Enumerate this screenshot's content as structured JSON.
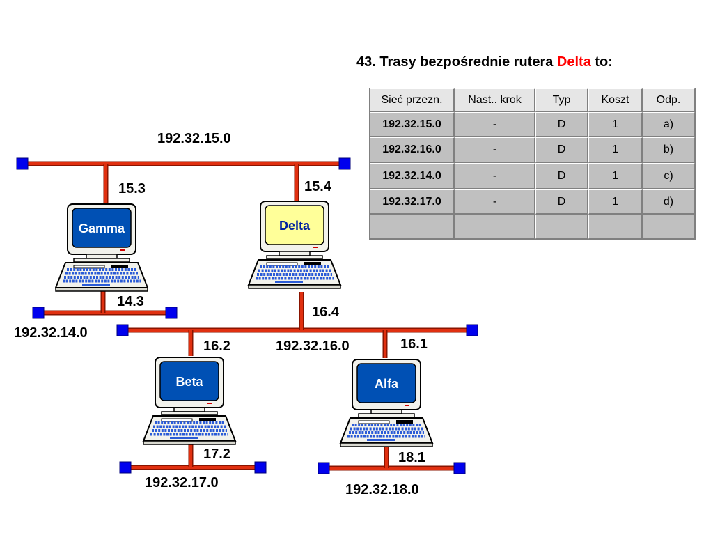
{
  "title": {
    "prefix": "43. Trasy bezpośrednie rutera ",
    "router": "Delta",
    "suffix": " to:",
    "accent_color": "#ff0000"
  },
  "colors": {
    "link": "#e03010",
    "link_dark": "#8a1400",
    "terminator": "#0000ee",
    "screen_blue": "#0050b4",
    "screen_yellow": "#ffff99",
    "monitor_body": "#f2f2ec"
  },
  "networks": [
    {
      "label": "192.32.15.0"
    },
    {
      "label": "192.32.14.0"
    },
    {
      "label": "192.32.16.0"
    },
    {
      "label": "192.32.17.0"
    },
    {
      "label": "192.32.18.0"
    }
  ],
  "interfaces": {
    "gamma_15": "15.3",
    "delta_15": "15.4",
    "gamma_14": "14.3",
    "delta_16": "16.4",
    "beta_16": "16.2",
    "alfa_16": "16.1",
    "beta_17": "17.2",
    "alfa_18": "18.1"
  },
  "routers": [
    {
      "name": "Gamma",
      "screen": "blue"
    },
    {
      "name": "Delta",
      "screen": "yellow"
    },
    {
      "name": "Beta",
      "screen": "blue"
    },
    {
      "name": "Alfa",
      "screen": "blue"
    }
  ],
  "table": {
    "headers": [
      "Sieć przezn.",
      "Nast.. krok",
      "Typ",
      "Koszt",
      "Odp."
    ],
    "rows": [
      [
        "192.32.15.0",
        "-",
        "D",
        "1",
        "a)"
      ],
      [
        "192.32.16.0",
        "-",
        "D",
        "1",
        "b)"
      ],
      [
        "192.32.14.0",
        "-",
        "D",
        "1",
        "c)"
      ],
      [
        "192.32.17.0",
        "-",
        "D",
        "1",
        "d)"
      ],
      [
        "",
        "",
        "",
        "",
        ""
      ]
    ]
  }
}
